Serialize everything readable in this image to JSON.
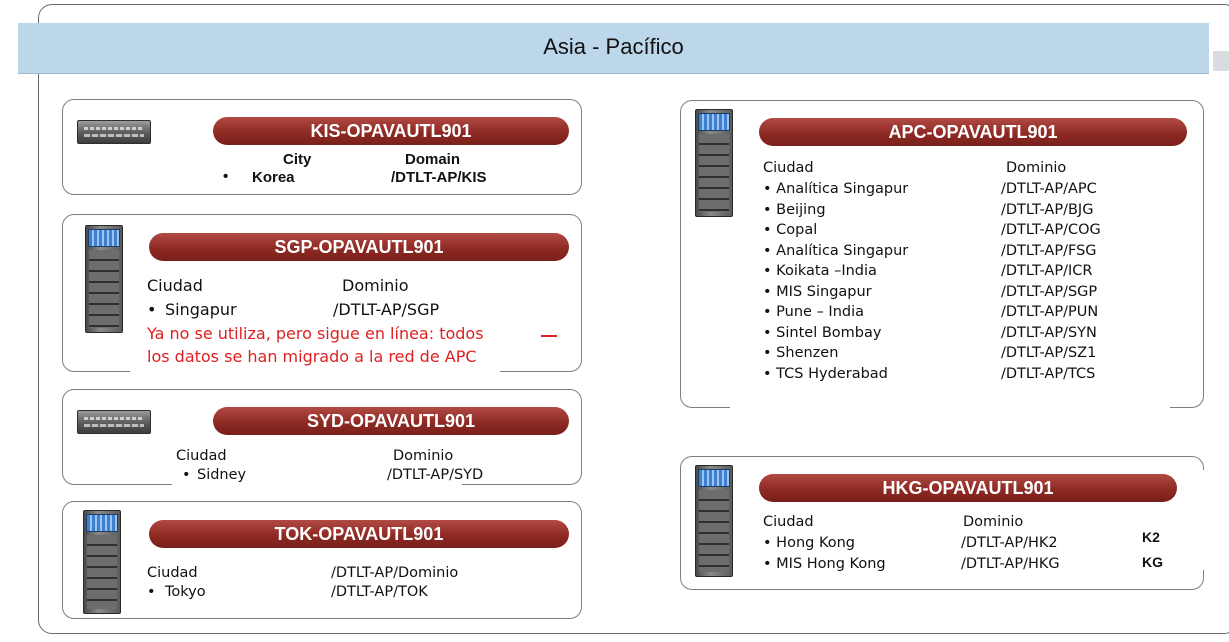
{
  "title": "Asia - Pacífico",
  "servers": {
    "kis": {
      "name": "KIS-OPAVAUTL901",
      "city_header": "City",
      "domain_header": "Domain",
      "city": "Korea",
      "domain": "/DTLT-AP/KIS"
    },
    "sgp": {
      "name": "SGP-OPAVAUTL901",
      "city_header": "Ciudad",
      "domain_header": "Dominio",
      "city": "Singapur",
      "domain": "/DTLT-AP/SGP",
      "note_line1": "Ya no se utiliza, pero sigue en línea: todos",
      "note_line2": "los datos se han migrado a la red de APC"
    },
    "syd": {
      "name": "SYD-OPAVAUTL901",
      "city_header": "Ciudad",
      "domain_header": "Dominio",
      "city": "Sidney",
      "domain": "/DTLT-AP/SYD"
    },
    "tok": {
      "name": "TOK-OPAVAUTL901",
      "city_header": "Ciudad",
      "domain_header": "/DTLT-AP/Dominio",
      "city": "Tokyo",
      "domain": "/DTLT-AP/TOK"
    },
    "apc": {
      "name": "APC-OPAVAUTL901",
      "city_header": "Ciudad",
      "domain_header": "Dominio",
      "cities": [
        "Analítica Singapur",
        "Beijing",
        "Copal",
        "Analítica Singapur",
        "Koikata –India",
        "MIS Singapur",
        "Pune – India",
        "Sintel Bombay",
        "Shenzen",
        "TCS Hyderabad"
      ],
      "domains": [
        "/DTLT-AP/APC",
        "/DTLT-AP/BJG",
        "/DTLT-AP/COG",
        "/DTLT-AP/FSG",
        "/DTLT-AP/ICR",
        "/DTLT-AP/SGP",
        "/DTLT-AP/PUN",
        "/DTLT-AP/SYN",
        "/DTLT-AP/SZ1",
        "/DTLT-AP/TCS"
      ]
    },
    "hkg": {
      "name": "HKG-OPAVAUTL901",
      "city_header": "Ciudad",
      "domain_header": "Dominio",
      "cities": [
        "Hong Kong",
        "MIS Hong Kong"
      ],
      "domains": [
        "/DTLT-AP/HK2",
        "/DTLT-AP/HKG"
      ],
      "frag1": "K2",
      "frag2": "KG"
    }
  },
  "bullet": "•",
  "colors": {
    "banner": "#bcd6ea",
    "pill": "#8e2a24",
    "note": "#e02020"
  },
  "icons": {
    "rack": "rack-server-icon",
    "tower": "tower-server-icon"
  }
}
